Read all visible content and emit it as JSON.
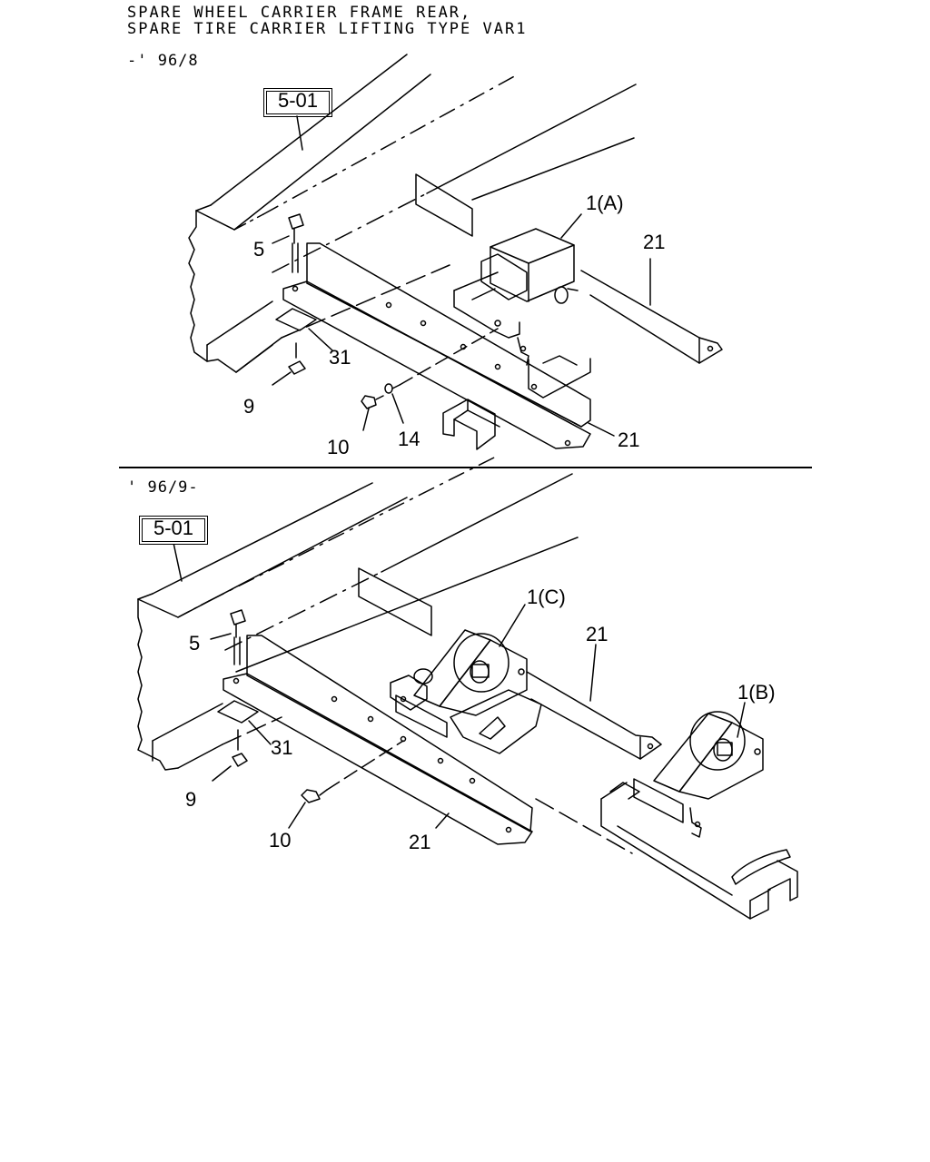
{
  "header": {
    "title_line1": "SPARE WHEEL CARRIER FRAME REAR,",
    "title_line2": "SPARE TIRE CARRIER LIFTING TYPE VAR1"
  },
  "top_view": {
    "date_range": "-' 96/8",
    "ref_box": "5-01",
    "callouts": {
      "c1a": "1(A)",
      "c21_upper": "21",
      "c5": "5",
      "c31": "31",
      "c9": "9",
      "c10": "10",
      "c14": "14",
      "c21_lower": "21"
    }
  },
  "bottom_view": {
    "date_range": "' 96/9-",
    "ref_box": "5-01",
    "callouts": {
      "c1c": "1(C)",
      "c21_upper": "21",
      "c1b": "1(B)",
      "c5": "5",
      "c31": "31",
      "c9": "9",
      "c10": "10",
      "c21_lower": "21"
    }
  }
}
